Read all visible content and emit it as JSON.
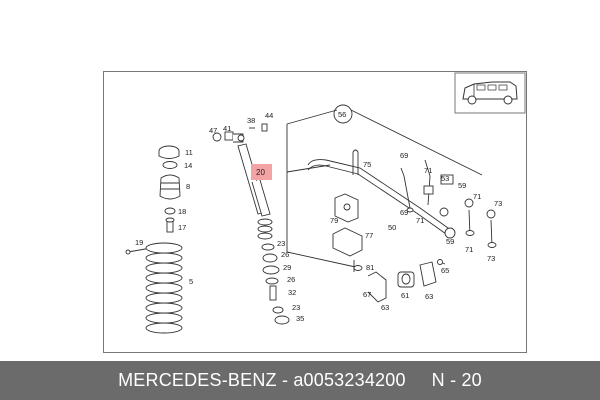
{
  "footer": {
    "brand": "MERCEDES-BENZ",
    "separator": "-",
    "part_number": "a0053234200",
    "position": "N - 20"
  },
  "diagram": {
    "highlight_label": "20",
    "highlight_color": "#f3a3a3",
    "callouts": {
      "c11": "11",
      "c14": "14",
      "c8": "8",
      "c18": "18",
      "c17": "17",
      "c19": "19",
      "c5": "5",
      "c47": "47",
      "c41": "41",
      "c38": "38",
      "c44": "44",
      "c23a": "23",
      "c26a": "26",
      "c29": "29",
      "c26b": "26",
      "c32": "32",
      "c23b": "23",
      "c35": "35",
      "c56": "56",
      "c75": "75",
      "c69a": "69",
      "c71a": "71",
      "c53": "53",
      "c59a": "59",
      "c71b": "71",
      "c73a": "73",
      "c69b": "69",
      "c71c": "71",
      "c79": "79",
      "c50": "50",
      "c77": "77",
      "c59b": "59",
      "c71d": "71",
      "c73b": "73",
      "c81": "81",
      "c67": "67",
      "c63a": "63",
      "c61": "61",
      "c65": "65",
      "c63b": "63"
    }
  }
}
